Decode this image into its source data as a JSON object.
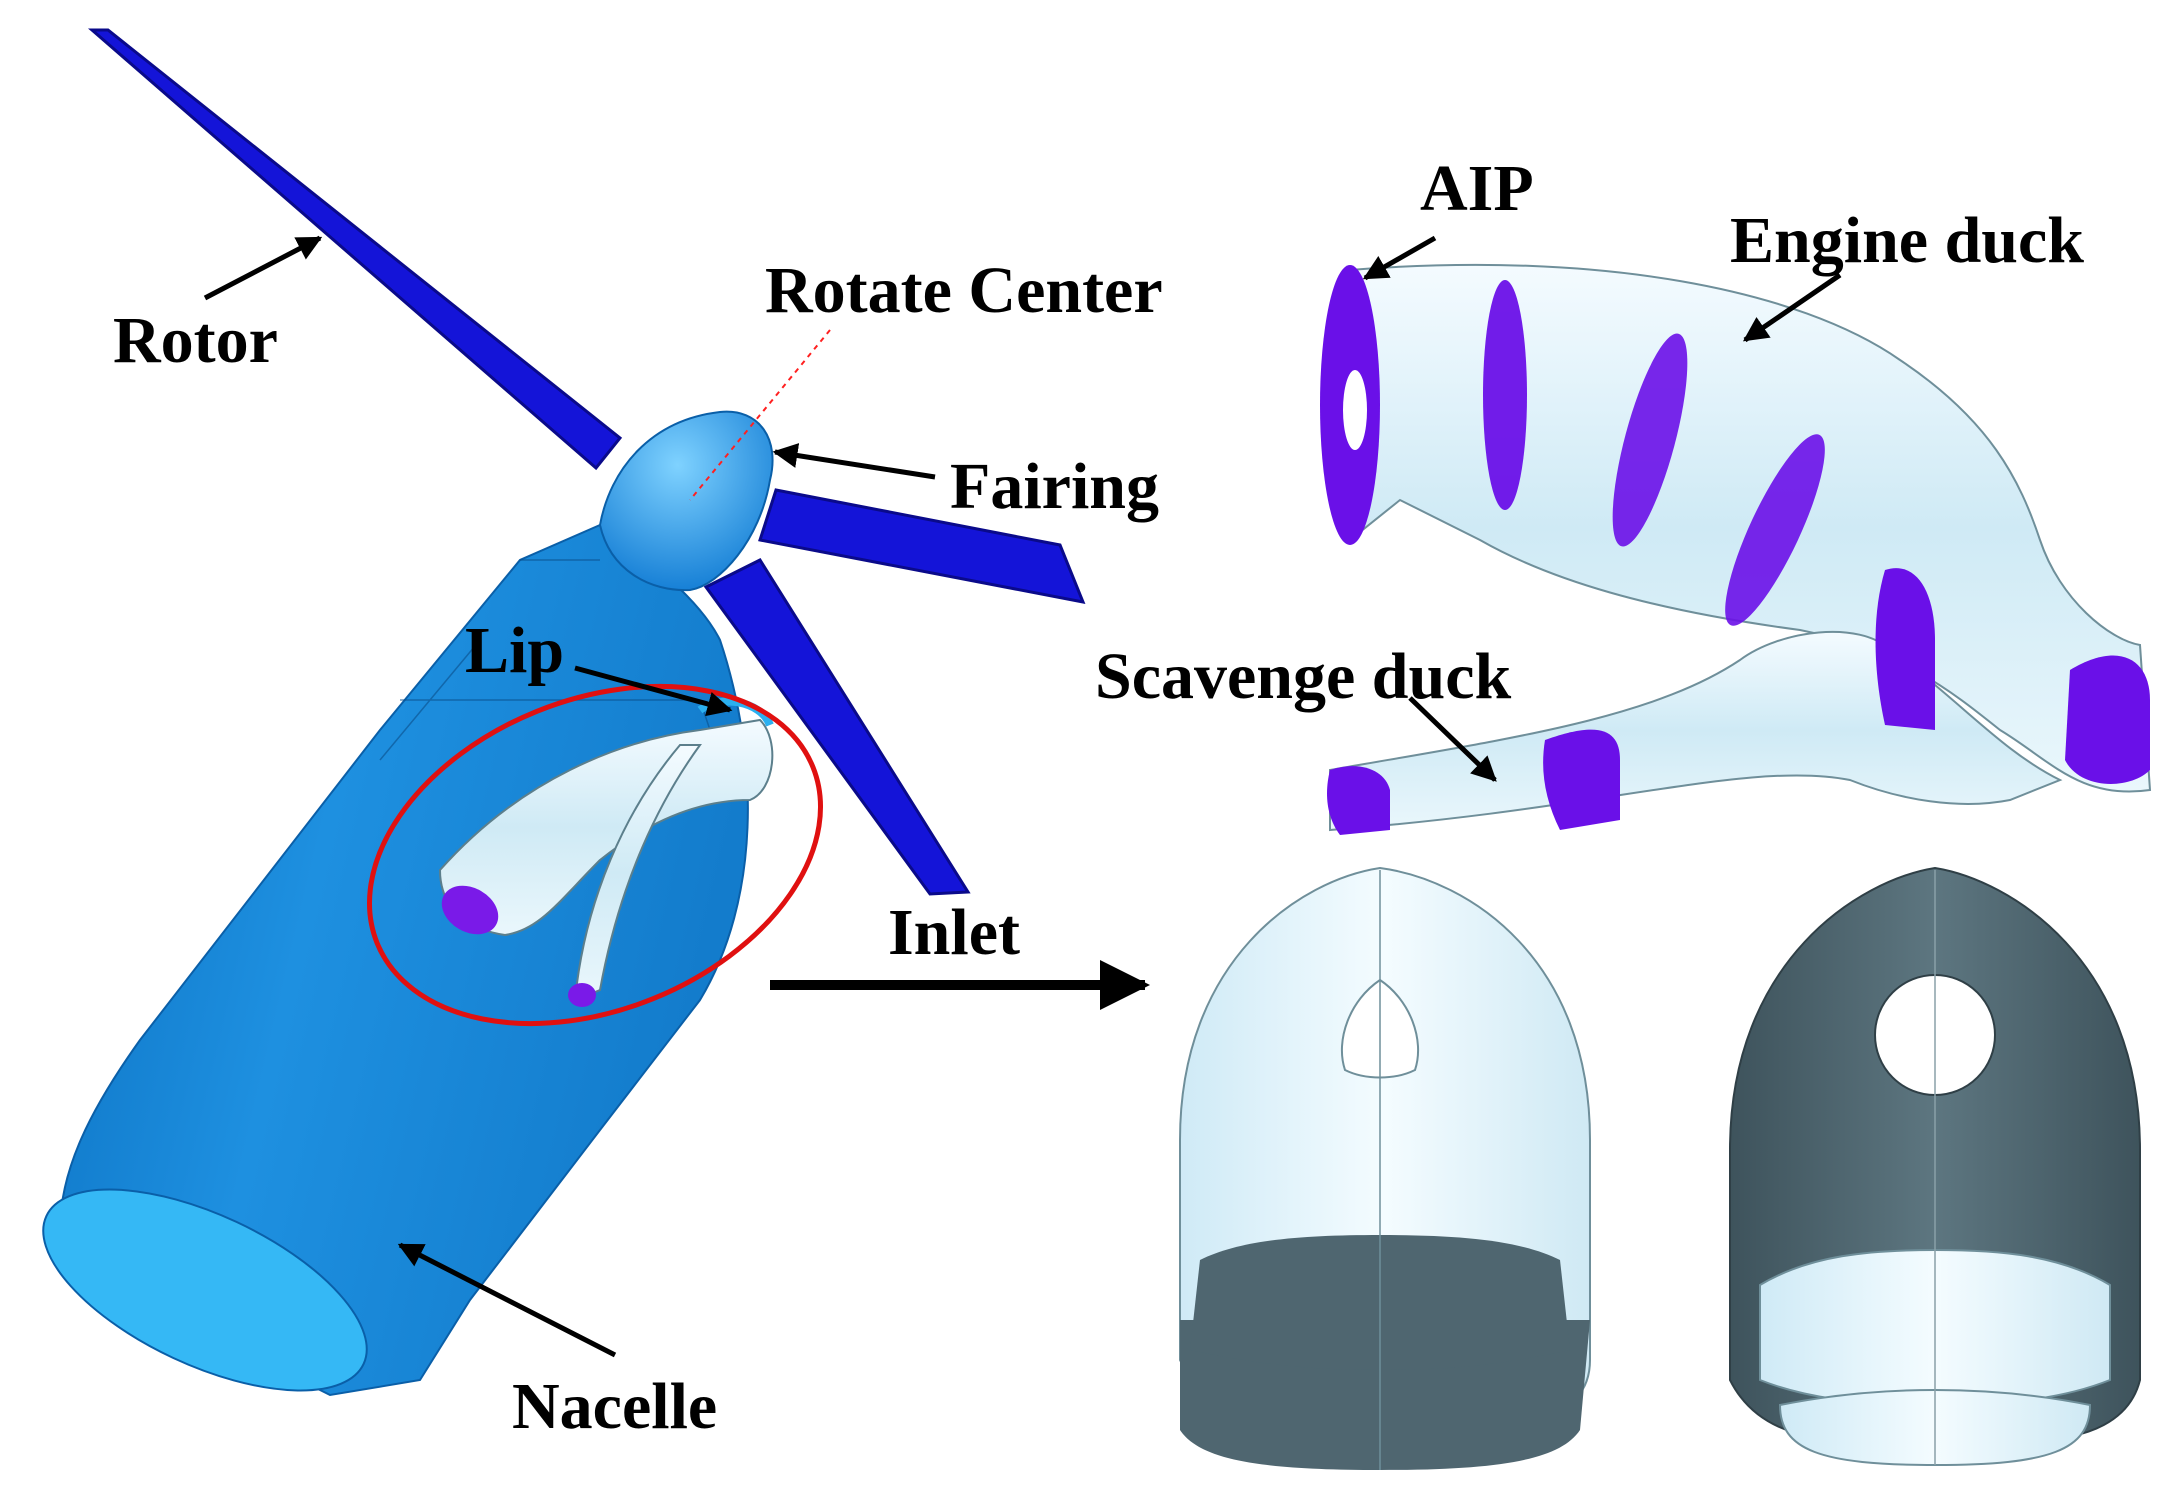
{
  "labels": {
    "rotor": "Rotor",
    "rotate_center": "Rotate Center",
    "fairing": "Fairing",
    "lip": "Lip",
    "nacelle": "Nacelle",
    "inlet": "Inlet",
    "aip": "AIP",
    "engine_duck": "Engine duck",
    "scavenge_duck": "Scavenge duck"
  },
  "colors": {
    "nacelle": "#1e90e0",
    "nacelle_dark": "#0a6fc0",
    "nacelle_light": "#35b8f5",
    "rotor_blade": "#1414d8",
    "rotor_dark": "#0a0a8a",
    "duct_surface": "#dff3fb",
    "duct_edge": "#6f8f9a",
    "face_purple": "#6a10e8",
    "dark_grey": "#4f6670",
    "circle": "#e01010",
    "arrow": "#000000"
  }
}
